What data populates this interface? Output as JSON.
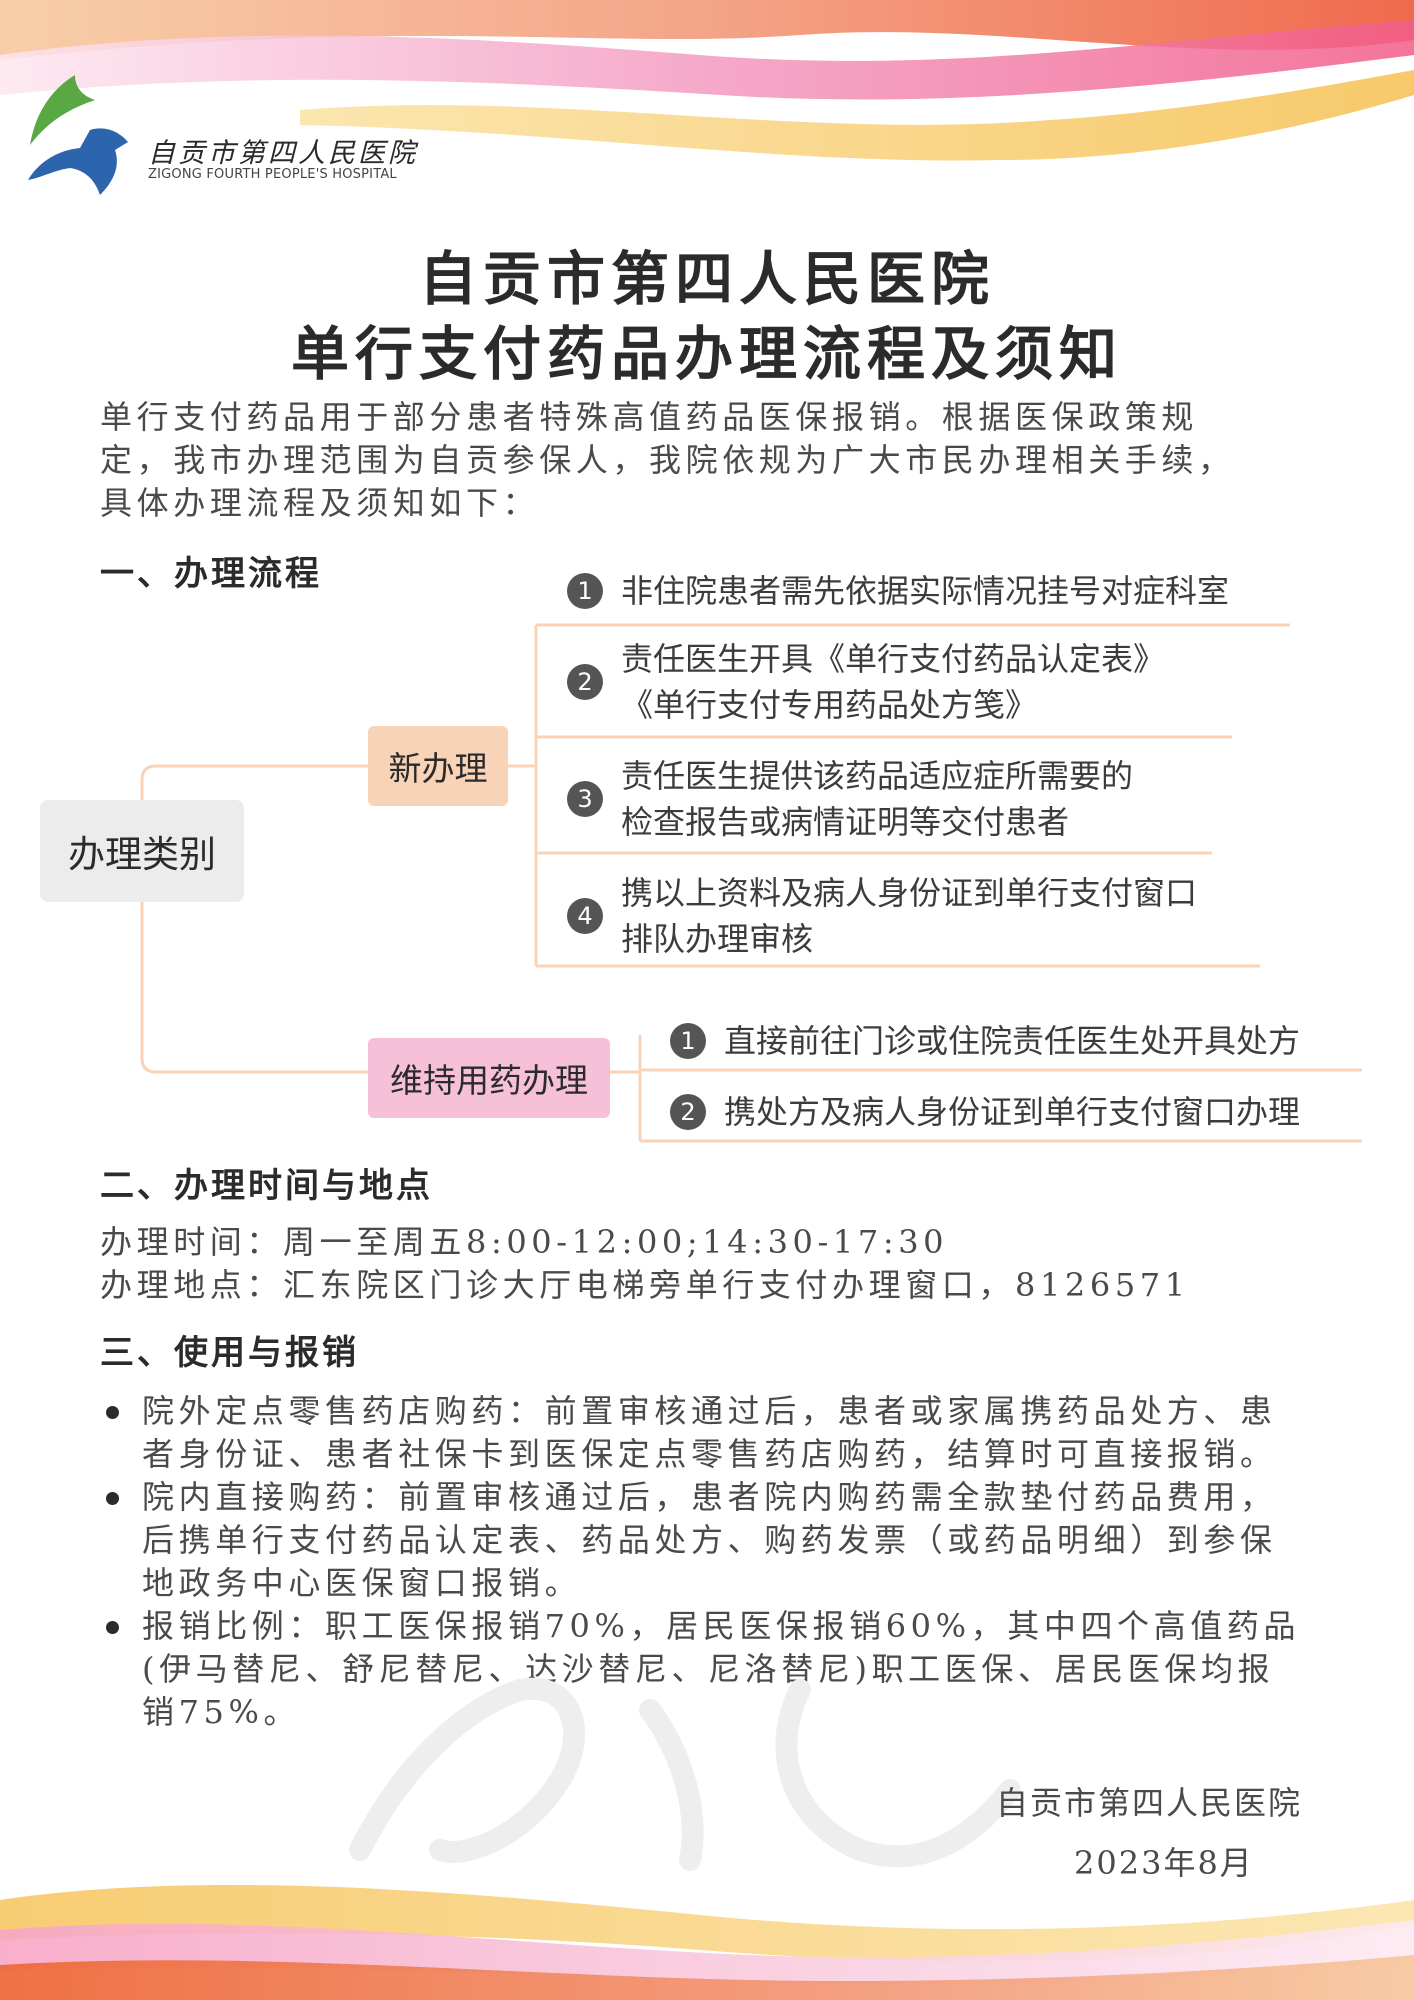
{
  "hospital": {
    "name_cn": "自贡市第四人民医院",
    "name_en": "ZIGONG FOURTH PEOPLE'S HOSPITAL"
  },
  "title": {
    "line1": "自贡市第四人民医院",
    "line2": "单行支付药品办理流程及须知"
  },
  "intro": {
    "line1": "单行支付药品用于部分患者特殊高值药品医保报销。根据医保政策规",
    "line2": "定，我市办理范围为自贡参保人，我院依规为广大市民办理相关手续，",
    "line3": "具体办理流程及须知如下："
  },
  "section1": {
    "heading": "一、办理流程",
    "root": "办理类别",
    "new_label": "新办理",
    "keep_label": "维持用药办理",
    "new_steps": [
      {
        "num": "1",
        "line1": "非住院患者需先依据实际情况挂号对症科室",
        "line2": ""
      },
      {
        "num": "2",
        "line1": "责任医生开具《单行支付药品认定表》",
        "line2": "《单行支付专用药品处方笺》"
      },
      {
        "num": "3",
        "line1": "责任医生提供该药品适应症所需要的",
        "line2": "检查报告或病情证明等交付患者"
      },
      {
        "num": "4",
        "line1": "携以上资料及病人身份证到单行支付窗口",
        "line2": "排队办理审核"
      }
    ],
    "keep_steps": [
      {
        "num": "1",
        "line1": "直接前往门诊或住院责任医生处开具处方"
      },
      {
        "num": "2",
        "line1": "携处方及病人身份证到单行支付窗口办理"
      }
    ]
  },
  "section2": {
    "heading": "二、办理时间与地点",
    "time": "办理时间：周一至周五8:00-12:00;14:30-17:30",
    "place": "办理地点：汇东院区门诊大厅电梯旁单行支付办理窗口，8126571"
  },
  "section3": {
    "heading": "三、使用与报销",
    "items": [
      {
        "line1": "院外定点零售药店购药：前置审核通过后，患者或家属携药品处方、患",
        "line2": "者身份证、患者社保卡到医保定点零售药店购药，结算时可直接报销。",
        "line3": ""
      },
      {
        "line1": "院内直接购药：前置审核通过后，患者院内购药需全款垫付药品费用，",
        "line2": "后携单行支付药品认定表、药品处方、购药发票（或药品明细）到参保",
        "line3": "地政务中心医保窗口报销。"
      },
      {
        "line1": "报销比例：职工医保报销70%，居民医保报销60%，其中四个高值药品",
        "line2": "(伊马替尼、舒尼替尼、达沙替尼、尼洛替尼)职工医保、居民医保均报",
        "line3": "销75%。"
      }
    ]
  },
  "signature": {
    "org": "自贡市第四人民医院",
    "date": "2023年8月"
  },
  "colors": {
    "new_node": "#f9d3b8",
    "keep_node": "#f6c0d8",
    "connector": "#f9d3b8",
    "root_node": "#ececec"
  }
}
